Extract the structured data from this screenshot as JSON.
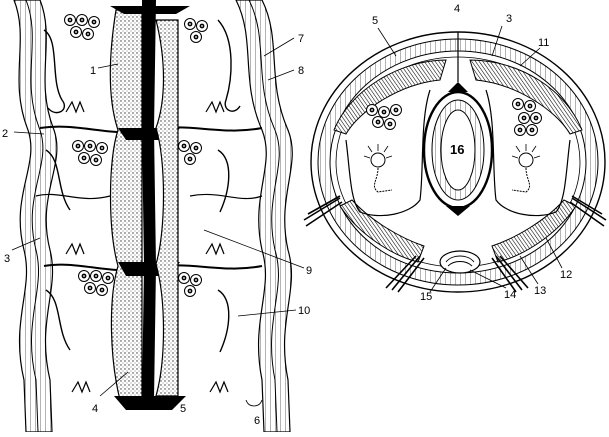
{
  "figure": {
    "left_labels": [
      "1",
      "2",
      "3",
      "4",
      "5",
      "6",
      "7",
      "8",
      "9",
      "10"
    ],
    "right_labels": [
      "3",
      "4",
      "5",
      "11",
      "12",
      "13",
      "14",
      "15",
      "16"
    ]
  },
  "colors": {
    "ink": "#000000",
    "paper": "#ffffff",
    "stipple": "#555555"
  }
}
